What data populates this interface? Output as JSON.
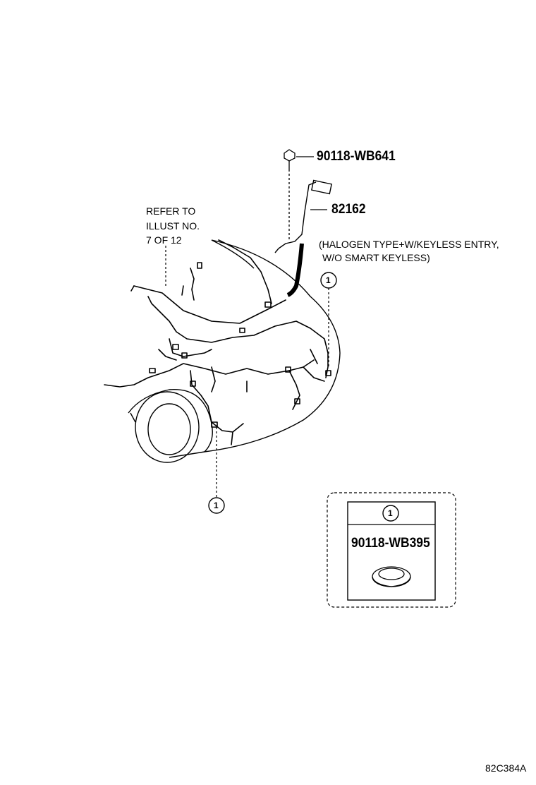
{
  "refer_note": {
    "line1": "REFER TO",
    "line2": "ILLUST NO.",
    "line3": "7 OF 12"
  },
  "parts": {
    "bolt": "90118-WB641",
    "sensor": "82162",
    "sensor_note_line1": "(HALOGEN TYPE+W/KEYLESS ENTRY,",
    "sensor_note_line2": "W/O SMART KEYLESS)",
    "callout_top": "1",
    "callout_bottom": "1"
  },
  "inset": {
    "callout": "1",
    "part_number": "90118-WB395"
  },
  "diagram_code": "82C384A"
}
